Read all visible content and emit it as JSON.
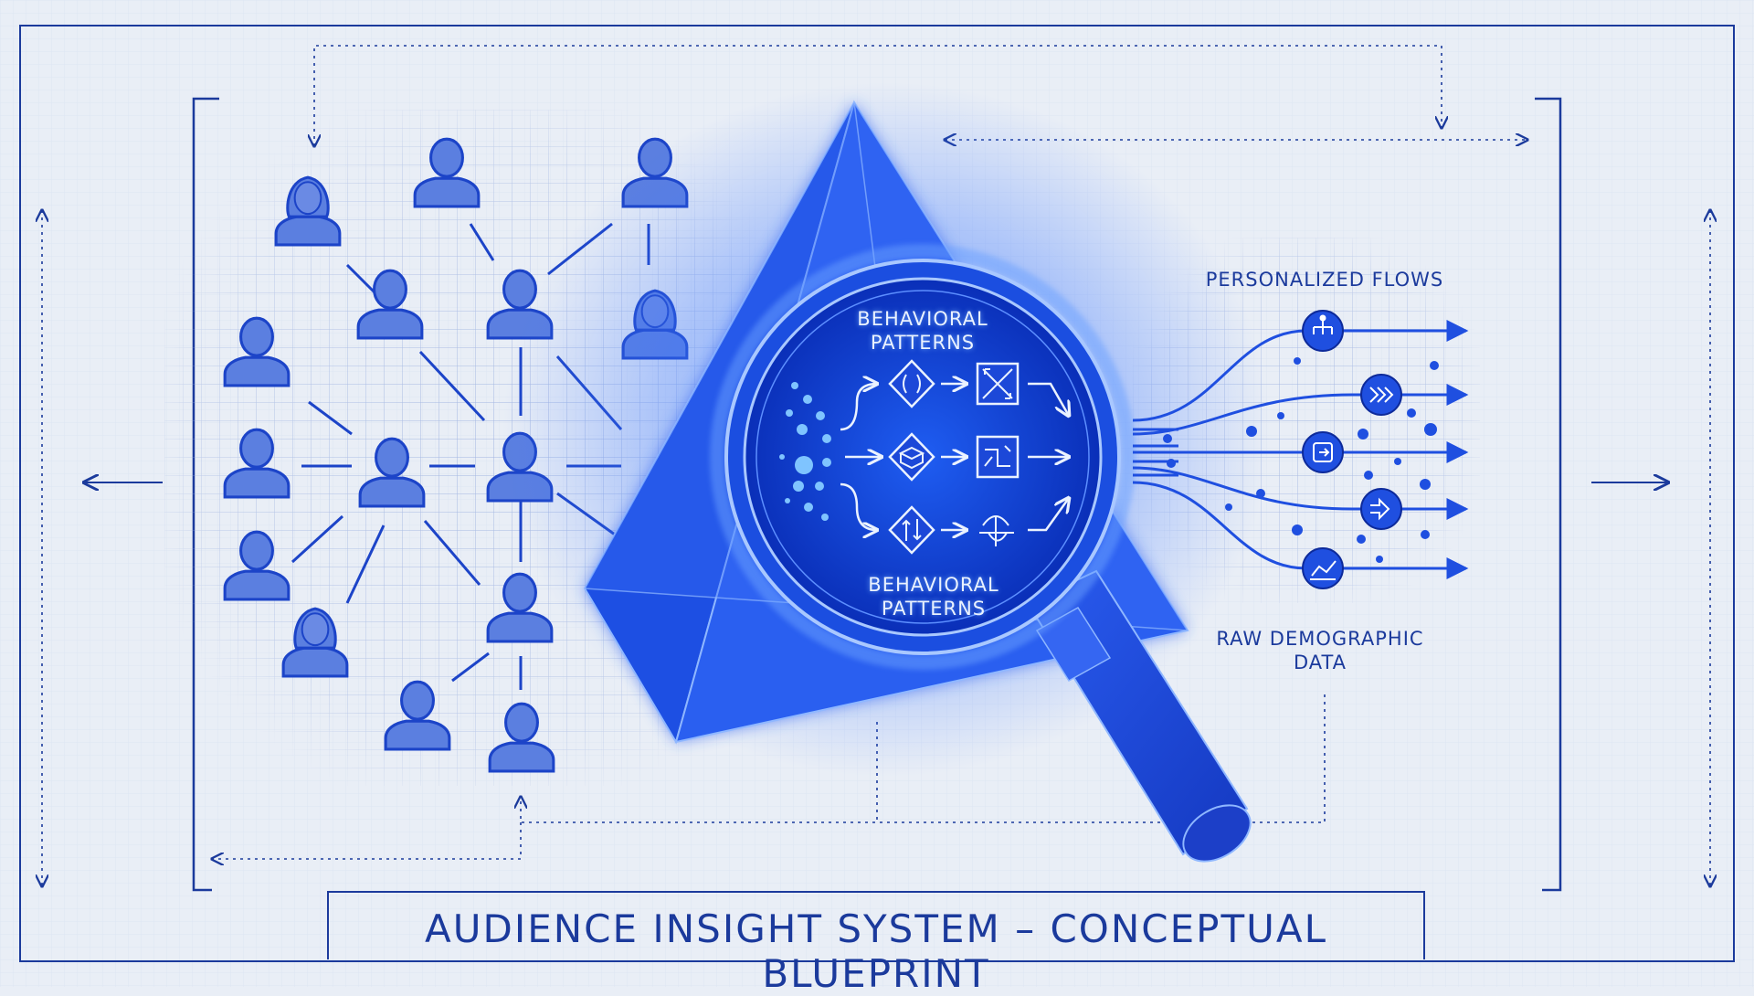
{
  "labels": {
    "behavioral_patterns_top": "BEHAVIORAL PATTERNS",
    "behavioral_patterns_bottom": "BEHAVIORAL PATTERNS",
    "personalized_flows": "PERSONALIZED FLOWS",
    "raw_demographic_data": "RAW DEMOGRAPHIC DATA"
  },
  "title": "AUDIENCE INSIGHT SYSTEM – CONCEPTUAL BLUEPRINT",
  "colors": {
    "background": "#e9eef6",
    "line": "#1b3a9c",
    "person_fill": "#5b7fe0",
    "person_stroke": "#1c44c8",
    "glow": "#2f6bff",
    "prism": "#1f4fe6",
    "lens": "#0a2aa0"
  },
  "icons": {
    "people": "person-icon",
    "flow_nodes": [
      "hierarchy-icon",
      "chevrons-icon",
      "transfer-icon",
      "exchange-icon",
      "trend-icon"
    ],
    "pattern_nodes": [
      "brackets-diamond-icon",
      "cube-diamond-icon",
      "arrows-diamond-icon",
      "cross-box-icon",
      "split-box-icon",
      "brain-icon"
    ]
  }
}
